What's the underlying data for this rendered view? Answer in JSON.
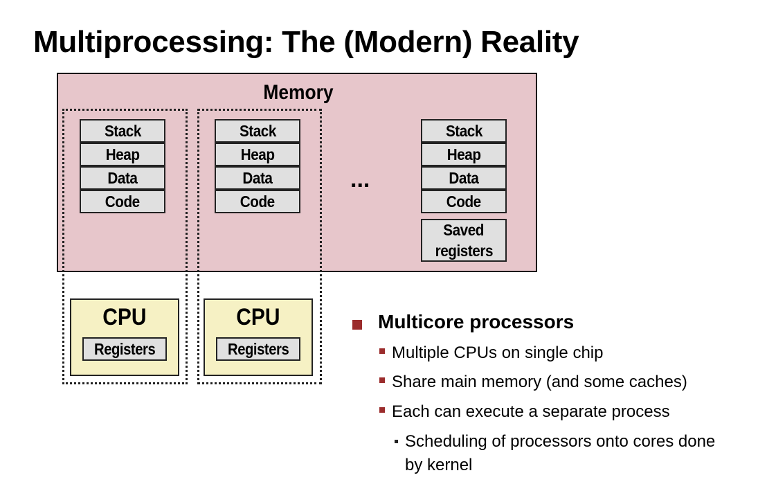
{
  "title": "Multiprocessing: The (Modern) Reality",
  "memory": {
    "label": "Memory",
    "segments": [
      "Stack",
      "Heap",
      "Data",
      "Code"
    ],
    "ellipsis": "...",
    "saved_registers": [
      "Saved",
      "registers"
    ]
  },
  "cpu": {
    "label": "CPU",
    "registers": "Registers"
  },
  "bullets": {
    "main": "Multicore processors",
    "sub": [
      "Multiple CPUs on single chip",
      "Share main memory (and some caches)",
      "Each can execute a separate process"
    ],
    "subsub": "Scheduling of processors onto cores done by kernel"
  },
  "colors": {
    "memory_fill": "#e7c6cb",
    "cpu_fill": "#f6f1c4",
    "cell_fill": "#e0e0e0",
    "bullet": "#9b2c2c"
  }
}
